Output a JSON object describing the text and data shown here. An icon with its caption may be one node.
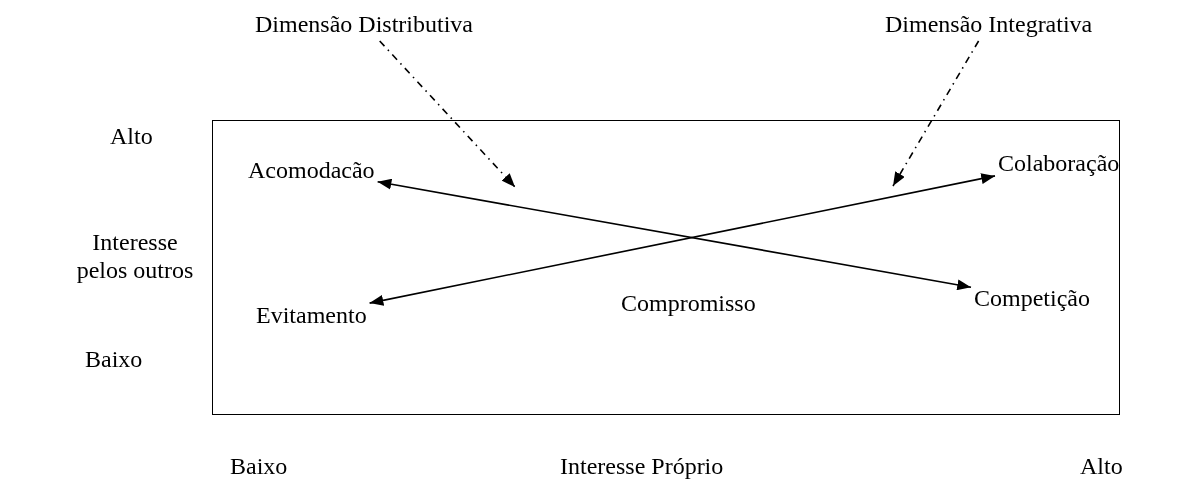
{
  "diagram": {
    "nodes": [
      {
        "text": [],
        "shape": "box"
      },
      {
        "text": [
          "Dimensão Distributiva"
        ]
      },
      {
        "text": [
          "Dimensão Integrativa"
        ]
      },
      {
        "text": [
          "Acomodacão"
        ],
        "in": 0
      },
      {
        "text": [
          "Colaboração"
        ],
        "in": 0
      },
      {
        "text": [
          "Compromisso"
        ],
        "in": 0
      },
      {
        "text": [
          "Evitamento"
        ],
        "in": 0
      },
      {
        "text": [
          "Competição"
        ],
        "in": 0
      }
    ],
    "edges": [
      {
        "from": 3,
        "to": 7,
        "arrow": "both"
      },
      {
        "from": 6,
        "to": 4,
        "arrow": "both"
      },
      {
        "from": 1,
        "to": null,
        "arrow": "to",
        "style": "dashed"
      },
      {
        "from": 2,
        "to": null,
        "arrow": "to",
        "style": "dashed"
      }
    ],
    "labels": [
      "Alto",
      "Interesse pelos outros",
      "Baixo",
      "Baixo",
      "Interesse Próprio",
      "Alto"
    ]
  }
}
